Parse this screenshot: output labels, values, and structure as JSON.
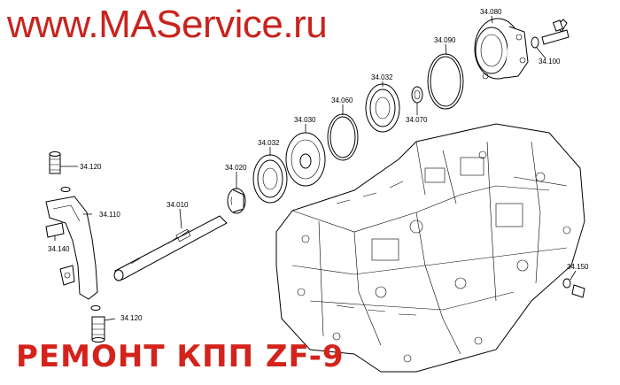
{
  "watermark": {
    "text": "www.MAService.ru",
    "color": "#c8231d"
  },
  "banner": {
    "text": "РЕМОНТ КПП ZF-9",
    "color": "#d4231c"
  },
  "callouts": {
    "p34080": "34.080",
    "p34090": "34.090",
    "p34100": "34.100",
    "p34032a": "34.032",
    "p34060": "34.060",
    "p34070": "34.070",
    "p34030": "34.030",
    "p34032b": "34.032",
    "p34020": "34.020",
    "p34010": "34.010",
    "p34120a": "34.120",
    "p34110": "34.110",
    "p34140": "34.140",
    "p34120b": "34.120",
    "p34150": "34.150"
  }
}
